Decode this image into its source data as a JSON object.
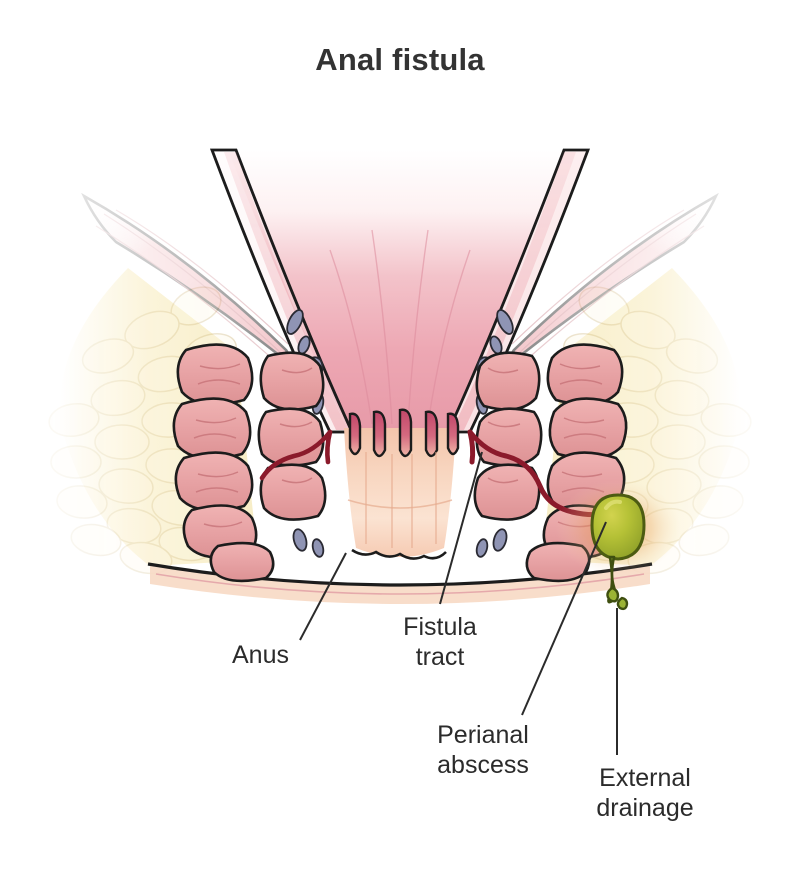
{
  "figure": {
    "title": "Anal fistula",
    "title_color": "#333333"
  },
  "labels": [
    {
      "id": "anus",
      "text": "Anus"
    },
    {
      "id": "fistula",
      "text": "Fistula\ntract"
    },
    {
      "id": "abscess",
      "text": "Perianal\nabscess"
    },
    {
      "id": "drainage",
      "text": "External\ndrainage"
    }
  ],
  "anatomy": {
    "parts": [
      {
        "name": "rectal-lumen",
        "color": "#e79aa8"
      },
      {
        "name": "anal-canal-mucosa",
        "color": "#f6cdb7"
      },
      {
        "name": "columns-of-morgagni",
        "color": "#c94f6d"
      },
      {
        "name": "internal-sphincter",
        "color": "#e9a3a6"
      },
      {
        "name": "external-sphincter",
        "color": "#e5a0a2"
      },
      {
        "name": "levator-ani-muscle",
        "color": "#e9969c"
      },
      {
        "name": "adipose-tissue",
        "color": "#f7edc9"
      },
      {
        "name": "blood-vessel",
        "color": "#8a8fb0"
      },
      {
        "name": "fistula-tract",
        "color": "#8b1a2b"
      },
      {
        "name": "perianal-abscess",
        "color": "#9fb02e"
      },
      {
        "name": "inflammation-halo",
        "color": "#e2863f"
      },
      {
        "name": "purulent-drainage",
        "color": "#8ca62c"
      },
      {
        "name": "outline",
        "color": "#1c1c1c"
      },
      {
        "name": "leader-line",
        "color": "#2b2b2b"
      }
    ]
  }
}
